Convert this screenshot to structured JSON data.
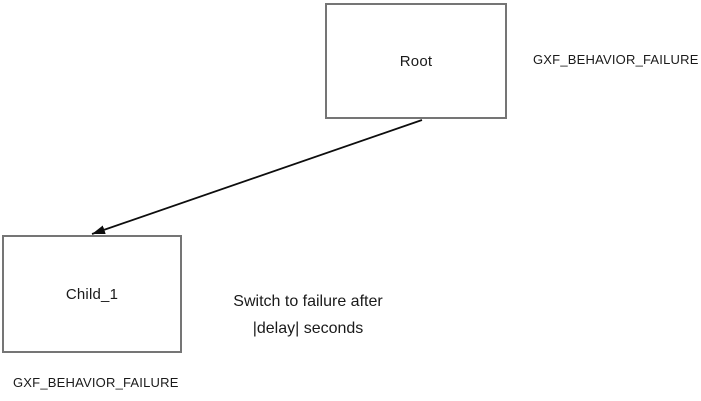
{
  "diagram": {
    "title": "behavior-tree-failure-diagram",
    "nodes": [
      {
        "id": "root",
        "label": "Root",
        "status_label": "GXF_BEHAVIOR_FAILURE"
      },
      {
        "id": "child_1",
        "label": "Child_1",
        "status_label": "GXF_BEHAVIOR_FAILURE"
      }
    ],
    "edge": {
      "from": "Root",
      "to": "Child_1"
    },
    "annotation": {
      "line1": "Switch to failure after",
      "line2": "|delay| seconds"
    },
    "colors": {
      "background": "#ffffff",
      "box_border": "#757575",
      "arrow": "#0d0d0d",
      "text": "#1a1a1a"
    }
  }
}
